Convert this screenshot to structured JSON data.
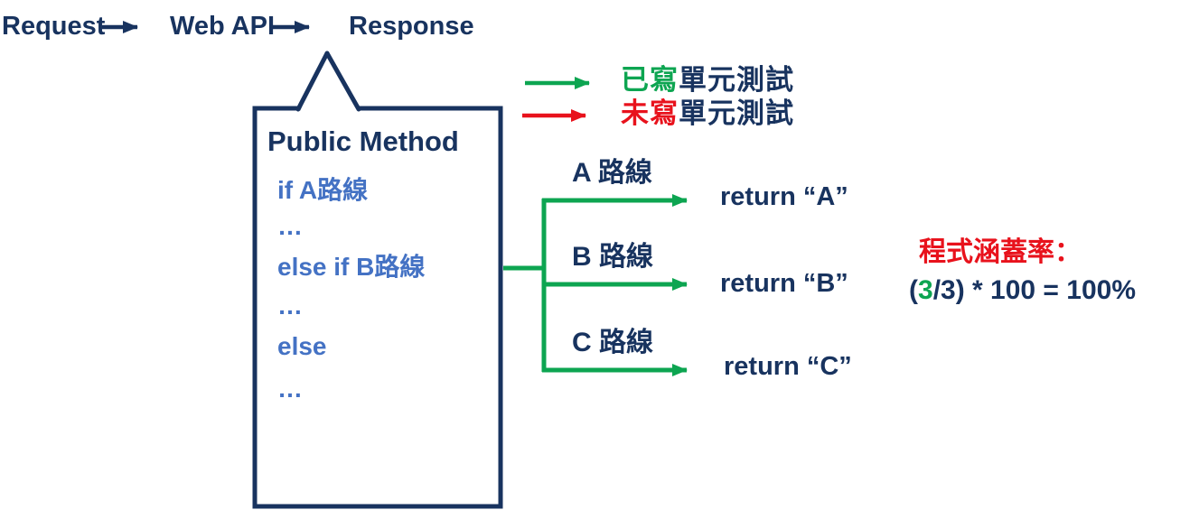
{
  "colors": {
    "navy": "#18335F",
    "code_blue": "#4472C4",
    "green": "#0DA551",
    "red": "#E8121C"
  },
  "top_flow": {
    "request": "Request",
    "web_api": "Web API",
    "response": "Response"
  },
  "legend": {
    "written_colored": "已寫",
    "written_rest": "單元測試",
    "unwritten_colored": "未寫",
    "unwritten_rest": "單元測試"
  },
  "method_box": {
    "title": "Public Method",
    "code_lines": [
      "if A路線",
      "…",
      "else if B路線",
      "…",
      "else",
      "…"
    ]
  },
  "branches": [
    {
      "label": "A 路線",
      "return_text": "return “A”"
    },
    {
      "label": "B 路線",
      "return_text": "return “B”"
    },
    {
      "label": "C 路線",
      "return_text": "return “C”"
    }
  ],
  "coverage": {
    "title": "程式涵蓋率：",
    "formula_prefix": "(",
    "formula_covered": "3",
    "formula_rest": "/3) * 100 = 100%"
  }
}
